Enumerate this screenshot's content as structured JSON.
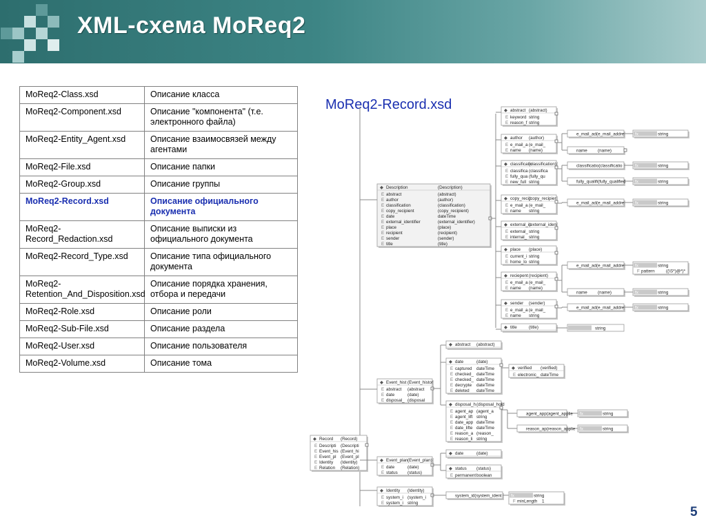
{
  "slide": {
    "title": "XML-схема MoReq2",
    "page_number": "5"
  },
  "table": {
    "rows": [
      {
        "file": "MoReq2-Class.xsd",
        "desc": "Описание класса"
      },
      {
        "file": "MoReq2-Component.xsd",
        "desc": "Описание \"компонента\" (т.е. электронного файла)"
      },
      {
        "file": "MoReq2-Entity_Agent.xsd",
        "desc": "Описание взаимосвязей между агентами"
      },
      {
        "file": "MoReq2-File.xsd",
        "desc": "Описание папки"
      },
      {
        "file": "MoReq2-Group.xsd",
        "desc": "Описание группы"
      },
      {
        "file": "MoReq2-Record.xsd",
        "desc": "Описание официального документа"
      },
      {
        "file": "MoReq2-Record_Redaction.xsd",
        "desc": "Описание выписки из официального документа"
      },
      {
        "file": "MoReq2-Record_Type.xsd",
        "desc": "Описание типа официального документа"
      },
      {
        "file": "MoReq2-Retention_And_Disposition.xsd",
        "desc": "Описание порядка хранения, отбора и передачи"
      },
      {
        "file": "MoReq2-Role.xsd",
        "desc": "Описание роли"
      },
      {
        "file": "MoReq2-Sub-File.xsd",
        "desc": "Описание раздела"
      },
      {
        "file": "MoReq2-User.xsd",
        "desc": "Описание пользователя"
      },
      {
        "file": "MoReq2-Volume.xsd",
        "desc": "Описание тома"
      }
    ]
  },
  "diagram": {
    "title": "MoReq2-Record.xsd",
    "record": {
      "header": [
        "Record",
        "(Record)"
      ],
      "rows": [
        [
          "Descripti",
          "(Descripti"
        ],
        [
          "Event_his",
          "(Event_hi"
        ],
        [
          "Event_pl",
          "(Event_pl"
        ],
        [
          "Identity",
          "(Identity)"
        ],
        [
          "Relation",
          "(Relation)"
        ]
      ]
    },
    "description": {
      "header": [
        "Description",
        "(Description)"
      ],
      "rows": [
        [
          "abstract",
          "(abstract)"
        ],
        [
          "author",
          "(author)"
        ],
        [
          "classification",
          "(classification)"
        ],
        [
          "copy_recipient",
          "(copy_recipient)"
        ],
        [
          "date",
          "dateTime"
        ],
        [
          "external_identifier",
          "(external_identifier)"
        ],
        [
          "place",
          "(place)"
        ],
        [
          "recipient",
          "(recipient)"
        ],
        [
          "sender",
          "(sender)"
        ],
        [
          "title",
          "(title)"
        ]
      ]
    },
    "desc_children": [
      {
        "header": [
          "abstract",
          "(abstract)"
        ],
        "rows": [
          [
            "keyword",
            "string"
          ],
          [
            "reason_f",
            "string"
          ]
        ]
      },
      {
        "header": [
          "author",
          "(author)"
        ],
        "rows": [
          [
            "e_mail_a",
            "(e_mail_"
          ],
          [
            "name",
            "(name)"
          ]
        ]
      },
      {
        "header": [
          "classificatio",
          "(classification)"
        ],
        "rows": [
          [
            "classifica",
            "(classifica"
          ],
          [
            "fully_qua",
            "(fully_qu"
          ],
          [
            "new_full",
            "string"
          ]
        ]
      },
      {
        "header": [
          "copy_recip",
          "(copy_recipier"
        ],
        "rows": [
          [
            "e_mail_a",
            "(e_mail_"
          ],
          [
            "name",
            "string"
          ]
        ]
      },
      {
        "header": [
          "external_ic",
          "(external_iden"
        ],
        "rows": [
          [
            "external_",
            "string"
          ],
          [
            "internal_",
            "string"
          ]
        ]
      },
      {
        "header": [
          "place",
          "(place)"
        ],
        "rows": [
          [
            "current_i",
            "string"
          ],
          [
            "home_lo",
            "string"
          ]
        ]
      },
      {
        "header": [
          "reciepent",
          "(recipient)"
        ],
        "rows": [
          [
            "e_mail_a",
            "(e_mail_"
          ],
          [
            "name",
            "(name)"
          ]
        ]
      },
      {
        "header": [
          "sender",
          "(sender)"
        ],
        "rows": [
          [
            "e_mail_a",
            "(e_mail_"
          ],
          [
            "name",
            "string"
          ]
        ]
      },
      {
        "header": [
          "title",
          "(title)"
        ],
        "rows": []
      }
    ],
    "leafs": [
      {
        "label": "e_mail_ad(e_mail_addre",
        "type": "string",
        "extra": []
      },
      {
        "label": "name",
        "ref": "(name)",
        "type": "",
        "extra": []
      },
      {
        "label": "classificatio(classificatio",
        "type": "string",
        "extra": []
      },
      {
        "label": "fully_qualifi(fully_qualified",
        "type": "string",
        "extra": []
      },
      {
        "label": "e_mail_ad(e_mail_addre",
        "type": "string",
        "extra": []
      },
      {
        "label": "e_mail_ad(e_mail_addre",
        "type": "string",
        "extra": [
          [
            "pattern",
            "((\\S*)@*)*"
          ]
        ]
      },
      {
        "label": "name",
        "ref": "(name)",
        "type": "string",
        "extra": []
      },
      {
        "label": "e_mail_ad(e_mail_addre",
        "type": "string",
        "extra": []
      },
      {
        "label": "",
        "type": "string",
        "extra": []
      }
    ],
    "event_history": {
      "header": [
        "Event_hist",
        "(Event_histor"
      ],
      "rows": [
        [
          "abstract",
          "(abstract"
        ],
        [
          "date",
          "(date)"
        ],
        [
          "disposal_",
          "(disposal"
        ]
      ]
    },
    "eh_children": [
      {
        "header": [
          "abstract",
          "(abstract)"
        ],
        "rows": []
      },
      {
        "header": [
          "date",
          "(date)"
        ],
        "rows": [
          [
            "captured",
            "dateTime"
          ],
          [
            "checked_",
            "dateTime"
          ],
          [
            "checked_",
            "dateTime"
          ],
          [
            "decrypte",
            "dateTime"
          ],
          [
            "deleted",
            "dateTime"
          ]
        ]
      },
      {
        "header": [
          "disposal_h",
          "(disposal_hold"
        ],
        "rows": [
          [
            "agent_ap",
            "(agent_a"
          ],
          [
            "agent_lift",
            "string"
          ],
          [
            "date_app",
            "dateTime"
          ],
          [
            "date_lifte",
            "dateTime"
          ],
          [
            "reason_a",
            "(reason_"
          ],
          [
            "reason_li",
            "string"
          ]
        ]
      }
    ],
    "verified": {
      "header": [
        "verified",
        "(verified)"
      ],
      "rows": [
        [
          "electronic_",
          "dateTime"
        ]
      ]
    },
    "agent_applied": {
      "label": "agent_app(agent_applie",
      "type": "string"
    },
    "reason_applied": {
      "label": "reason_ap(reason_applie",
      "type": "string"
    },
    "event_plan": {
      "header": [
        "Event_plan",
        "(Event_plan)"
      ],
      "rows": [
        [
          "date",
          "(date)"
        ],
        [
          "status",
          "(status)"
        ]
      ]
    },
    "ep_children": [
      {
        "header": [
          "date",
          "(date)"
        ],
        "rows": []
      },
      {
        "header": [
          "status",
          "(status)"
        ],
        "rows": [
          [
            "permanent",
            "boolean"
          ]
        ]
      }
    ],
    "identity": {
      "header": [
        "Identity",
        "(Identity)"
      ],
      "rows": [
        [
          "system_i",
          "(system_i"
        ],
        [
          "system_i",
          "string"
        ]
      ]
    },
    "system_id": {
      "label": "system_id(system_ident",
      "type": "string",
      "extra": [
        [
          "minLength",
          "1"
        ]
      ]
    }
  }
}
